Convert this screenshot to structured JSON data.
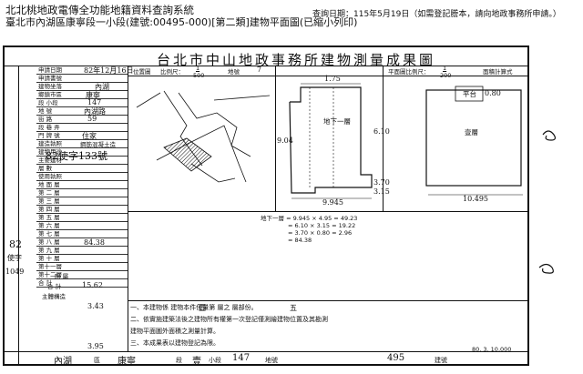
{
  "header": {
    "system_title": "北北桃地政電傳全功能地籍資料查詢系統",
    "record_line": "臺北市內湖區康寧段一小段(建號:00495-000)[第二類]建物平面圖(已縮小列印)",
    "query_date": "查詢日期：115年5月19日（如需登記謄本，請向地政事務所申請。）"
  },
  "sheet": {
    "title": "台北市中山地政事務所建物測量成果圖",
    "location_label": "位置圖",
    "scale_label_1": "比例尺：",
    "scale_1_num": "1",
    "scale_1_den": "500",
    "parcel_label": "地號",
    "parcel_no": "7",
    "floor_label": "平面圖比例尺：",
    "scale_2_num": "1",
    "scale_2_den": "200",
    "area_calc_label": "面積計算式",
    "basement_label": "地下一層",
    "top_label": "平台",
    "first_floor_label": "壹層"
  },
  "left_table": {
    "rows": [
      "申請日期",
      "申請書號",
      "建物坐落",
      "鄉鎮市區",
      "段 小段",
      "地 號",
      "街 路",
      "段 巷 弄",
      "門 牌 號",
      "建造執照",
      "建物用途",
      "主要建材",
      "層 數",
      "使用執照",
      "地 面 層",
      "第 二 層",
      "第 三 層",
      "第 四 層",
      "第 五 層",
      "第 六 層",
      "第 七 層",
      "第 八 層",
      "第 九 層",
      "第 十 層",
      "第十一層",
      "第十二層",
      "合 計"
    ],
    "app_date": "82年12月16日",
    "district": "內湖",
    "section": "康寧",
    "lot": "147",
    "street": "內湖路",
    "no": "59",
    "use": "住家",
    "material": "鋼筋混凝土造",
    "license_no": "82使字133號",
    "floor_1_area": "84.38",
    "left_margin_1": "82",
    "left_margin_2": "使字",
    "left_margin_3": "1049",
    "sub_heading": "附 屬",
    "total_label": "合 計",
    "total_value": "15.62",
    "basement_use": "主體構造",
    "basement_area": "3.43",
    "sum_value": "3.95"
  },
  "dimensions": {
    "d1": "1.75",
    "d2": "9.945",
    "d3": "9.04",
    "d4": "6.10",
    "d5": "3.70",
    "d6": "3.15",
    "d7": "0.80",
    "d8": "10.495",
    "calc_line_1": "地下一層 = 9.945 × 4.95 = 49.23",
    "calc_line_2": "= 6.10 × 3.15 = 19.22",
    "calc_line_3": "= 3.70 × 0.80 = 2.96",
    "calc_line_4": "= 84.38"
  },
  "notes": [
    "一、本建物係          建物本件僅量第        層之    層部份。",
    "二、依實施建築法後之建物所有權第一次登記僅測繪建物位置及其勘測",
    "   建物平面圖外面積之測量計算。",
    "三、本成果表以建物登記為限。"
  ],
  "notes_fill": {
    "floor": "壹",
    "floors_total": "五"
  },
  "footer": {
    "district": "內湖",
    "district_suffix": "區",
    "section": "康寧",
    "section_suffix": "段",
    "subsec": "壹",
    "subsec_suffix": "小段",
    "lot": "147",
    "lot_suffix": "地號",
    "bldg_no": "495",
    "bldg_suffix": "建號",
    "stamp": "80. 3. 10,000"
  }
}
